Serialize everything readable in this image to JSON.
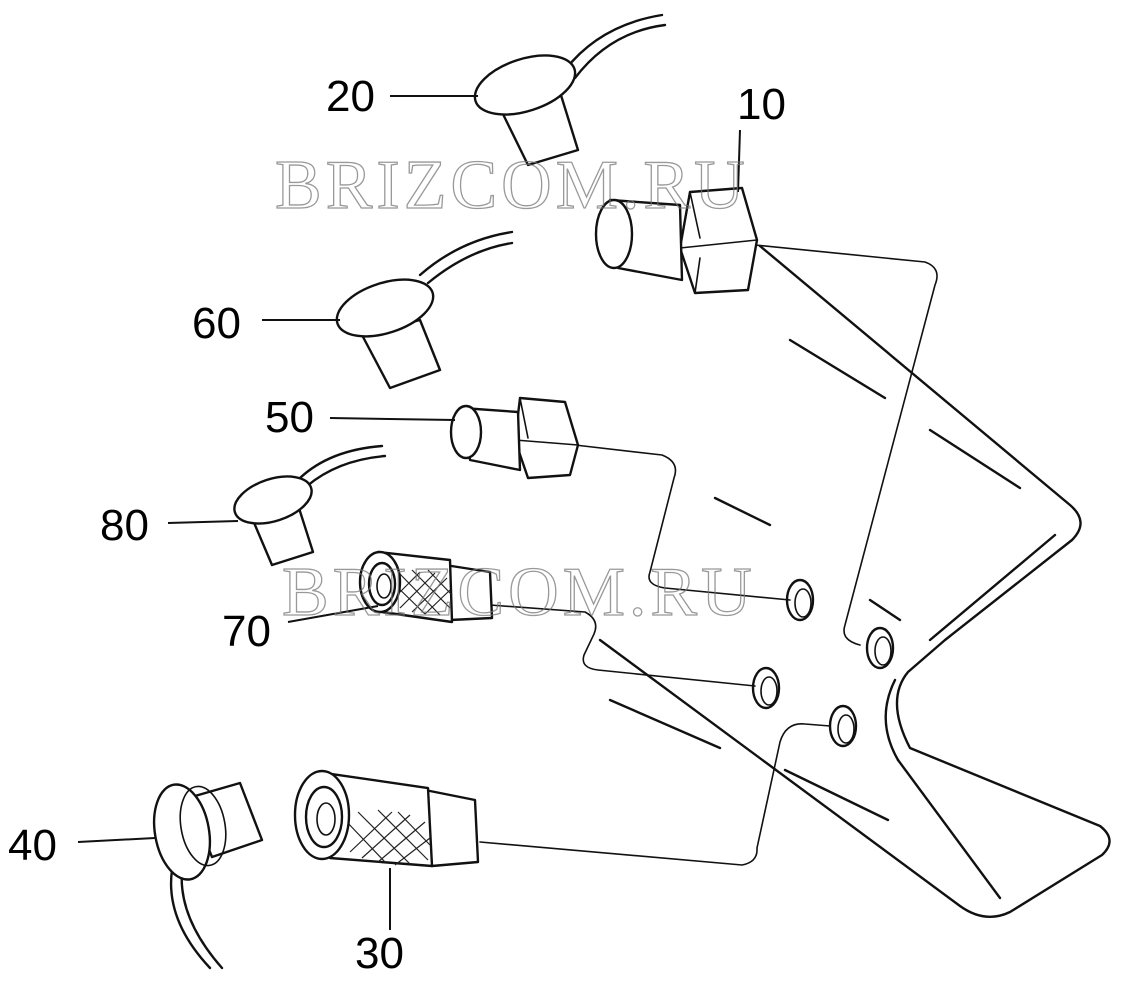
{
  "watermarks": [
    "BRIZCOM.RU",
    "BRIZCOM.RU"
  ],
  "callouts": {
    "c10": "10",
    "c20": "20",
    "c30": "30",
    "c40": "40",
    "c50": "50",
    "c60": "60",
    "c70": "70",
    "c80": "80"
  }
}
